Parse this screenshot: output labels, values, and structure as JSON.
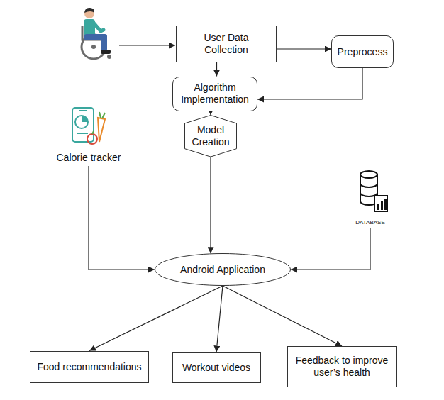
{
  "diagram": {
    "nodes": [
      {
        "text": [
          "User Data Collection"
        ]
      },
      {
        "text": [
          "Preprocess"
        ]
      },
      {
        "text": [
          "Algorithm Implementation"
        ]
      },
      {
        "text": [
          "Calorie tracker"
        ]
      },
      {
        "text": [
          "Model Creation"
        ]
      },
      {
        "text": [
          "DATABASE"
        ]
      },
      {
        "text": [
          "Android Application"
        ]
      },
      {
        "text": [
          "Food recommendations"
        ]
      },
      {
        "text": [
          "Workout videos"
        ]
      },
      {
        "text": [
          "Feedback to improve user’s health"
        ]
      }
    ],
    "edges": [
      {
        "from": 0,
        "to": 1,
        "arrow": "to"
      },
      {
        "from": 0,
        "to": 2,
        "arrow": "to"
      },
      {
        "from": 1,
        "to": 2,
        "arrow": "to"
      },
      {
        "from": 2,
        "to": 4,
        "arrow": "to"
      },
      {
        "from": 4,
        "to": 6,
        "arrow": "to"
      },
      {
        "from": 3,
        "to": 6,
        "arrow": "to"
      },
      {
        "from": 5,
        "to": 6,
        "arrow": "to"
      },
      {
        "from": 6,
        "to": 7,
        "arrow": "to"
      },
      {
        "from": 6,
        "to": 8,
        "arrow": "to"
      },
      {
        "from": 6,
        "to": 9,
        "arrow": "to"
      }
    ]
  }
}
